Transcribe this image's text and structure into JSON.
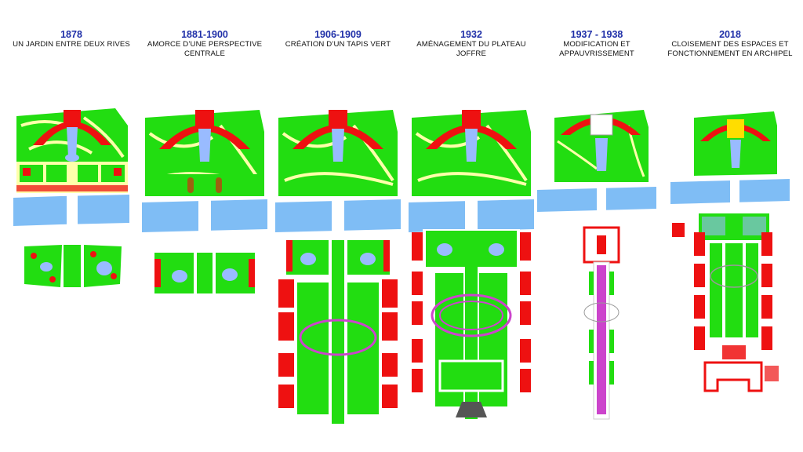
{
  "colors": {
    "title": "#1f2fa8",
    "river": "#7fbdf5",
    "lawn": "#22dd11",
    "path": "#ffffaa",
    "building": "#ee1111",
    "water": "#99bbff",
    "road": "#ffffff"
  },
  "periods": [
    {
      "year": "1878",
      "caption": "UN JARDIN ENTRE DEUX RIVES"
    },
    {
      "year": "1881-1900",
      "caption": "AMORCE D’UNE PERSPECTIVE CENTRALE"
    },
    {
      "year": "1906-1909",
      "caption": "CRÉATION D’UN TAPIS VERT"
    },
    {
      "year": "1932",
      "caption": "AMÉNAGEMENT DU PLATEAU JOFFRE"
    },
    {
      "year": "1937 - 1938",
      "caption": "MODIFICATION ET APPAUVRISSEMENT"
    },
    {
      "year": "2018",
      "caption": "CLOISEMENT DES ESPACES ET FONCTIONNEMENT EN ARCHIPEL"
    }
  ]
}
